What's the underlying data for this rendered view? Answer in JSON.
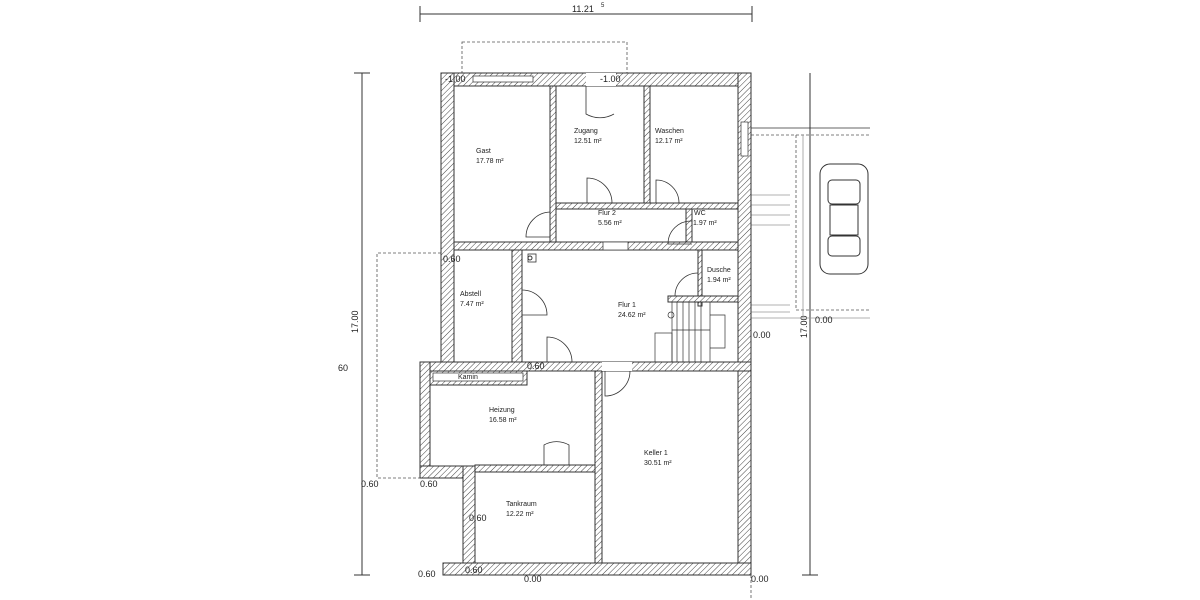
{
  "dimensions": {
    "top_width": "11.21",
    "top_width_sup": "5",
    "left_height": "17.00",
    "right_height": "17.00",
    "left_outer": "60"
  },
  "levels": {
    "top_left": "-1.00",
    "top_entry": "-1.00",
    "abstell_corner": "0.60",
    "kamin_corner": "0.60",
    "right_mid": "0.00",
    "right_garage": "0.00",
    "outer_left": "0.60",
    "heizung_corner": "0.60",
    "tank_wall": "0.60",
    "bottom_left": "0.60",
    "bottom_left2": "0.60",
    "bottom_mid": "0.00",
    "bottom_right": "0.00"
  },
  "rooms": {
    "gast": {
      "name": "Gast",
      "area": "17.78 m²"
    },
    "zugang": {
      "name": "Zugang",
      "area": "12.51 m²"
    },
    "waschen": {
      "name": "Waschen",
      "area": "12.17 m²"
    },
    "flur2": {
      "name": "Flur 2",
      "area": "5.56 m²"
    },
    "wc": {
      "name": "WC",
      "area": "1.97 m²"
    },
    "abstell": {
      "name": "Abstell",
      "area": "7.47 m²"
    },
    "flur1": {
      "name": "Flur 1",
      "area": "24.62 m²"
    },
    "dusche": {
      "name": "Dusche",
      "area": "1.94 m²"
    },
    "kamin": {
      "name": "Kamin"
    },
    "heizung": {
      "name": "Heizung",
      "area": "16.58 m²"
    },
    "keller1": {
      "name": "Keller 1",
      "area": "30.51 m²"
    },
    "tankraum": {
      "name": "Tankraum",
      "area": "12.22 m²"
    }
  }
}
